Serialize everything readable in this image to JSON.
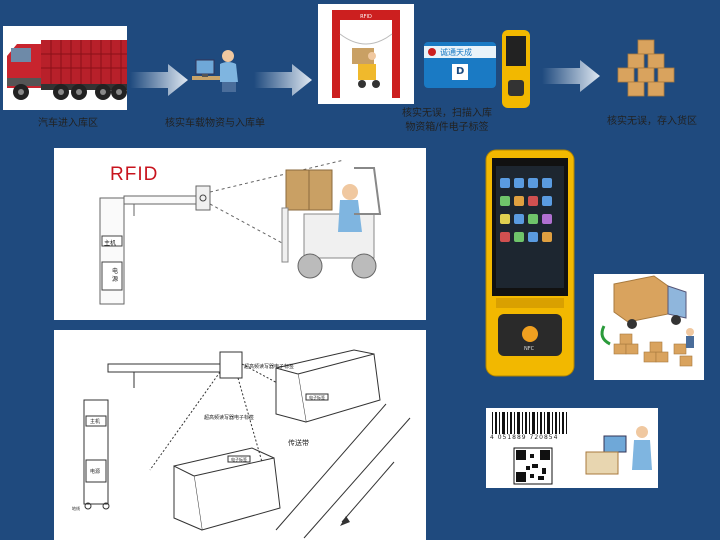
{
  "flow": {
    "step1_caption": "汽车进入库区",
    "step2_caption": "核实车载物资与入库单",
    "step3_caption_line1": "核实无误，扫描入库",
    "step3_caption_line2": "物资箱/件电子标签",
    "step4_caption": "核实无误，存入货区"
  },
  "rfid_panel": {
    "title": "RFID",
    "label_host": "主机",
    "label_power": "电源"
  },
  "warehouse_diagram": {
    "label_tag_top": "超高频读写器电子标签",
    "label_tag_box": "电子标签",
    "label_reader_mid": "超高频读写器电子标签",
    "label_host": "主机",
    "label_conveyor": "传送带",
    "label_tag_front": "电子标签",
    "label_power": "电源",
    "label_ground": "地线"
  },
  "handheld": {
    "nfc_text": "NFC"
  },
  "barcode": {
    "digits": "4 051889 720854"
  },
  "truck": {
    "roof_text": "",
    "gate_sign": "RFID"
  },
  "card": {
    "title": "诚通天成",
    "letter": "D"
  }
}
